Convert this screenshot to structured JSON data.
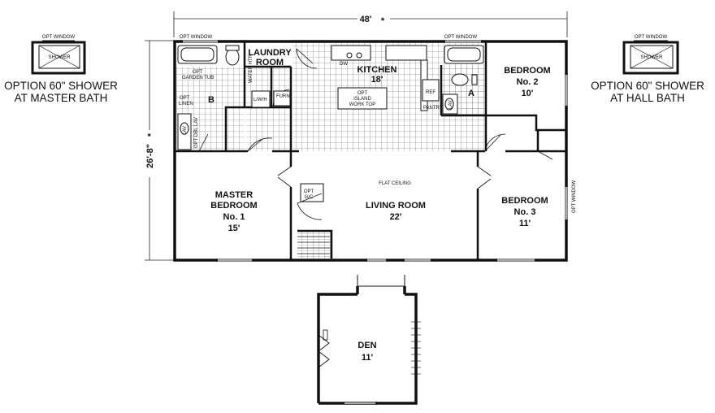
{
  "dimensions": {
    "width": "48'",
    "width_mark": "*",
    "depth": "26'-8\"",
    "depth_mark": "*"
  },
  "options": {
    "left": {
      "window": "OPT WINDOW",
      "shower": "SHOWER",
      "line1": "OPTION 60\" SHOWER",
      "line2": "AT MASTER BATH"
    },
    "right": {
      "window": "OPT WINDOW",
      "shower": "SHOWER",
      "line1": "OPTION 60\" SHOWER",
      "line2": "AT HALL BATH"
    }
  },
  "rooms": {
    "laundry": {
      "line1": "LAUNDRY",
      "line2": "ROOM"
    },
    "kitchen": {
      "name": "KITCHEN",
      "size": "18'"
    },
    "bedroom2": {
      "name": "BEDROOM",
      "number": "No. 2",
      "size": "10'"
    },
    "master": {
      "line1": "MASTER",
      "line2": "BEDROOM",
      "number": "No. 1",
      "size": "15'"
    },
    "living": {
      "name": "LIVING ROOM",
      "size": "22'"
    },
    "bedroom3": {
      "name": "BEDROOM",
      "number": "No. 3",
      "size": "11'"
    },
    "den": {
      "name": "DEN",
      "size": "11'"
    }
  },
  "notes": {
    "opt_window_top_left": "OPT WINDOW",
    "opt_window_top_right": "OPT WINDOW",
    "opt_window_side": "OPT WINDOW",
    "garden_tub_1": "OPT",
    "garden_tub_2": "GARDEN TUB",
    "opt_linen_1": "OPT",
    "opt_linen_2": "LINEN",
    "bath_b": "B",
    "bath_a": "A",
    "lav": "LAV",
    "lav2": "LAV",
    "opt_dbl_lav": "OPT DBL LAV",
    "water_heater": "WATER HTR",
    "lw_h": "L/W/H",
    "furn": "FURN",
    "pantry": "PANTRY",
    "island_1": "OPT",
    "island_2": "ISLAND",
    "island_3": "WORK TOP",
    "flat_ceiling": "FLAT CEILING",
    "opt_gc_1": "OPT",
    "opt_gc_2": "G/C",
    "dw": "DW",
    "ref": "REF"
  },
  "colors": {
    "ink": "#111111",
    "grid": "#555555",
    "paper": "#ffffff"
  }
}
